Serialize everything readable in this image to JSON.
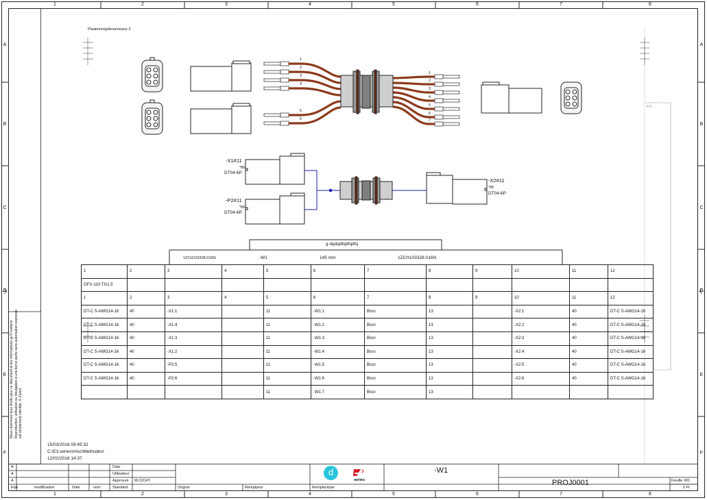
{
  "frame": {
    "columns": [
      "1",
      "2",
      "3",
      "4",
      "5",
      "6",
      "7",
      "8"
    ],
    "rows": [
      "A",
      "B",
      "C",
      "D",
      "E",
      "F"
    ]
  },
  "label_top": "Plaatmontgrileoumeaus 3",
  "label_right_conn": "X/C",
  "harness": {
    "x1_tag": "-X1#11",
    "x1_type": "DT04-6P",
    "p2_tag": "-P2#11",
    "p2_type": "DT04-6P",
    "x2_tag": "-X2#11",
    "x2_type": "DT04-6P",
    "pin_small": "*86",
    "pins_left": [
      "1",
      "2",
      "3",
      "4",
      "5",
      "6"
    ],
    "pins_right": [
      "1",
      "2",
      "3",
      "4",
      "5",
      "6",
      "7"
    ]
  },
  "cable": {
    "title": "g dqdqdfqdfqdfq",
    "left_ref": "1ZCH103328-016N",
    "cable_id": "-W1",
    "length": "145 mm",
    "right_ref": "1ZCH103328-016N"
  },
  "bom": {
    "head1": [
      "1",
      "2",
      "3",
      "4",
      "5",
      "6",
      "7",
      "8",
      "9",
      "10",
      "11",
      "12"
    ],
    "row_part": [
      "OFX-110-TG1.5",
      "",
      "",
      "",
      "",
      "",
      "",
      "",
      "",
      "",
      "",
      ""
    ],
    "head2": [
      "1",
      "2",
      "3",
      "4",
      "5",
      "6",
      "7",
      "8",
      "9",
      "10",
      "11",
      "12"
    ],
    "rows": [
      [
        "DT-C S-AWG14-16",
        "40",
        "-X1:1",
        "",
        "11",
        "-W1:1",
        "Brun",
        "13",
        "",
        "-X2:1",
        "40",
        "DT-C S-AWG14-16"
      ],
      [
        "DT-C S-AWG14-16",
        "40",
        "-X1:4",
        "",
        "11",
        "-W1:2",
        "Brun",
        "13",
        "",
        "-X2:2",
        "40",
        "DT-C S-AWG14-16"
      ],
      [
        "DT-C S-AWG14-16",
        "40",
        "-X1:3",
        "",
        "11",
        "-W1:3",
        "Brun",
        "13",
        "",
        "-X2:3",
        "40",
        "DT-C S-AWG14-16"
      ],
      [
        "DT-C S-AWG14-16",
        "40",
        "-X1:2",
        "",
        "11",
        "-W1:4",
        "Brun",
        "13",
        "",
        "-X2:4",
        "40",
        "DT-C S-AWG14-16"
      ],
      [
        "DT-C S-AWG14-16",
        "40",
        "-P2:5",
        "",
        "11",
        "-W1:5",
        "Brun",
        "13",
        "",
        "-X2:5",
        "40",
        "DT-C S-AWG14-16"
      ],
      [
        "DT-C S-AWG14-16",
        "40",
        "-P2:6",
        "",
        "11",
        "-W1:6",
        "Brun",
        "13",
        "",
        "-X2:6",
        "40",
        "DT-C S-AWG14-16"
      ],
      [
        "",
        "",
        "",
        "",
        "11",
        "-W1:7",
        "Brun",
        "13",
        "",
        "",
        "",
        ""
      ]
    ]
  },
  "side_note": "Nous réservons tous droits pour ce document et les informations qu'il contient. Reproduction, utilisation ou divulgation à une tierce partie sans autorisation expresse est strictement interdite. © Zuken",
  "meta": {
    "date_time": "15/03/2018     09:45:32",
    "path": "C:\\E3.series\\misc\\Methodes\\",
    "date2": "12/02/2018   14:37"
  },
  "titleblock": {
    "rev_letters": [
      "A",
      "A",
      "A"
    ],
    "col_etat": "Etat",
    "col_modif": "modification",
    "col_date": "Date",
    "col_nom": "nom",
    "row_date": "Date",
    "row_utilisateur": "Utilisateur",
    "row_approuve": "Approuvé",
    "approver": "M.CICHY",
    "row_standard": "Standard",
    "origine": "Origine",
    "remplace_pour": "Remplpour",
    "remplace_par": "Remplacépar",
    "logo_d": "d",
    "logo_series": "series",
    "drawing_name": "-W1",
    "project": "PROJ0001",
    "feuille_label": "Feuille",
    "feuille_value": "-W1",
    "folio": "5  Ft"
  },
  "colors": {
    "wire": "#8b3a1c",
    "link": "#1a1aaa",
    "badge": "#29c4dc",
    "e3_red": "#d6202a"
  }
}
